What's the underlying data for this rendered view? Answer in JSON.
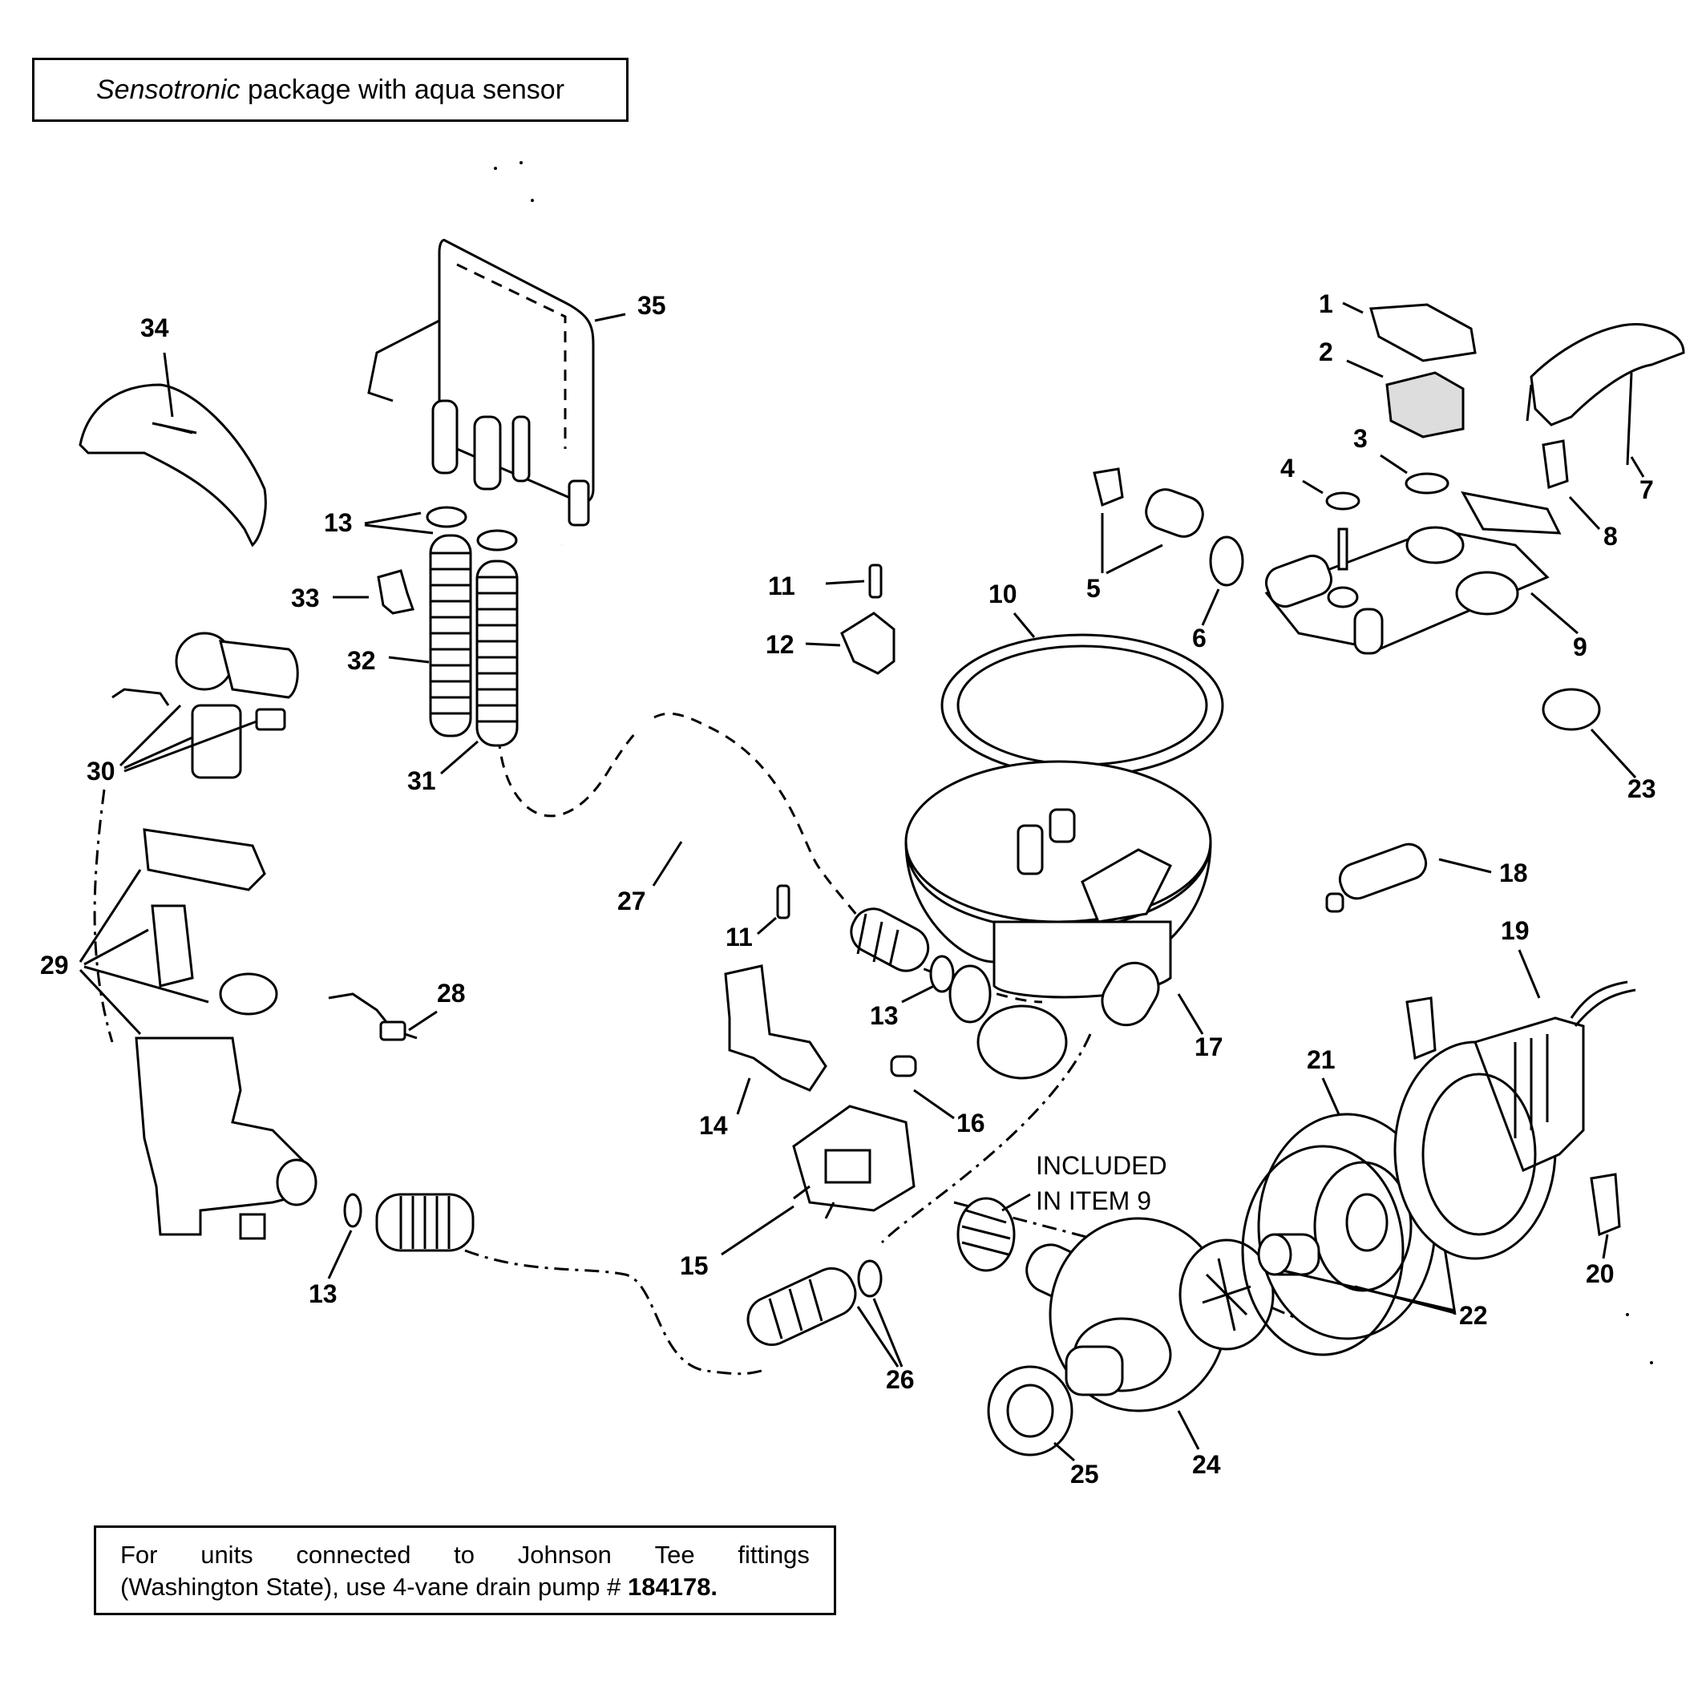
{
  "title": {
    "italic": "Sensotronic",
    "rest": " package with aqua sensor"
  },
  "note": {
    "line1_words": [
      "For",
      "units",
      "connected",
      "to",
      "Johnson",
      "Tee",
      "fittings"
    ],
    "line2_prefix": "(Washington State), use 4-vane drain pump # ",
    "line2_bold": "184178."
  },
  "included": {
    "line1": "INCLUDED",
    "line2": "IN ITEM 9"
  },
  "callouts": {
    "n1": "1",
    "n2": "2",
    "n3": "3",
    "n4": "4",
    "n5": "5",
    "n6": "6",
    "n7": "7",
    "n8": "8",
    "n9": "9",
    "n10": "10",
    "n11a": "11",
    "n11b": "11",
    "n12": "12",
    "n13a": "13",
    "n13b": "13",
    "n13c": "13",
    "n14": "14",
    "n15": "15",
    "n16": "16",
    "n17": "17",
    "n18": "18",
    "n19": "19",
    "n20": "20",
    "n21": "21",
    "n22": "22",
    "n23": "23",
    "n24": "24",
    "n25": "25",
    "n26": "26",
    "n27": "27",
    "n28": "28",
    "n29": "29",
    "n30": "30",
    "n31": "31",
    "n32": "32",
    "n33": "33",
    "n34": "34",
    "n35": "35"
  }
}
